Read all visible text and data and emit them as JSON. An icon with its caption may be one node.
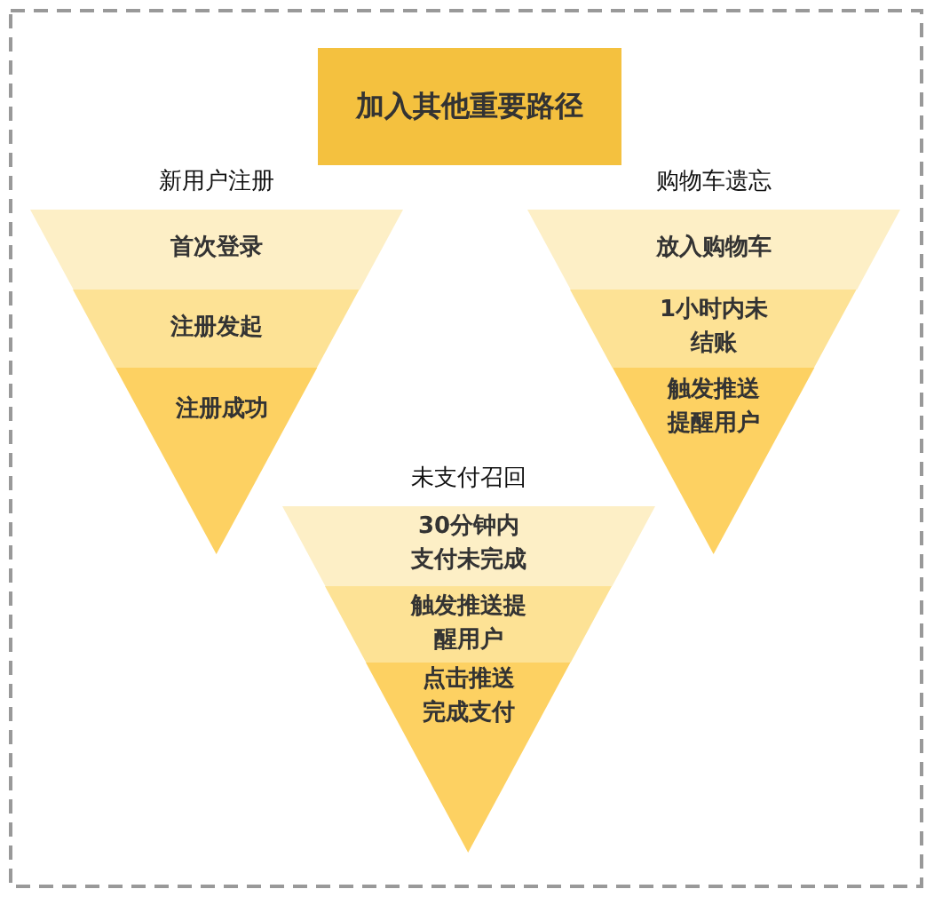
{
  "diagram": {
    "nodes": [
      {
        "text": [
          "加入其他重要路径"
        ]
      },
      {
        "text": [
          "新用户注册"
        ]
      },
      {
        "text": [
          "首次登录"
        ],
        "in": 1
      },
      {
        "text": [
          "注册发起"
        ],
        "in": 1
      },
      {
        "text": [
          "注册成功"
        ],
        "in": 1
      },
      {
        "text": [
          "购物车遗忘"
        ]
      },
      {
        "text": [
          "放入购物车"
        ],
        "in": 5
      },
      {
        "text": [
          "1小时内未结账"
        ],
        "in": 5
      },
      {
        "text": [
          "触发推送提醒用户"
        ],
        "in": 5
      },
      {
        "text": [
          "未支付召回"
        ]
      },
      {
        "text": [
          "30分钟内支付未完成"
        ],
        "in": 9
      },
      {
        "text": [
          "触发推送提醒用户"
        ],
        "in": 9
      },
      {
        "text": [
          "点击推送完成支付"
        ],
        "in": 9
      }
    ],
    "edges": []
  }
}
